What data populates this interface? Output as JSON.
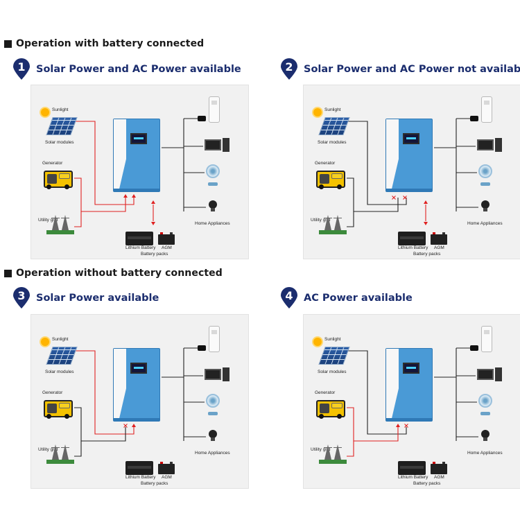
{
  "sections": {
    "with_battery": "Operation with battery connected",
    "without_battery": "Operation without battery connected"
  },
  "scenarios": [
    {
      "number": "1",
      "title": "Solar Power and AC Power available"
    },
    {
      "number": "2",
      "title": "Solar Power and AC Power not available"
    },
    {
      "number": "3",
      "title": "Solar Power available"
    },
    {
      "number": "4",
      "title": "AC Power available"
    }
  ],
  "labels": {
    "sunlight": "Sunlight",
    "solar_modules": "Solar modules",
    "generator": "Generator",
    "utility_grid": "Utility grid",
    "lithium_battery": "Lithium Battery",
    "agm": "AGM",
    "battery_packs": "Battery packs",
    "home_appliances": "Home Appliances"
  },
  "colors": {
    "title_blue": "#1b2d6e",
    "active_line": "#e02020",
    "inactive_line": "#222222",
    "inverter_blue": "#4a9ad6",
    "panel_bg": "#f1f1f1"
  },
  "icons": [
    "sun-icon",
    "solar-panel-icon",
    "generator-icon",
    "power-tower-icon",
    "inverter-icon",
    "lithium-battery-icon",
    "agm-battery-icon",
    "air-conditioner-icon",
    "computer-icon",
    "fan-icon",
    "light-bulb-icon"
  ],
  "flows": [
    {
      "solar": "active",
      "grid": "active",
      "battery": "charge_discharge"
    },
    {
      "solar": "inactive",
      "grid": "inactive",
      "battery": "charge_discharge"
    },
    {
      "solar": "active",
      "grid": "blocked",
      "battery": "none"
    },
    {
      "solar": "blocked",
      "grid": "active",
      "battery": "none"
    }
  ]
}
